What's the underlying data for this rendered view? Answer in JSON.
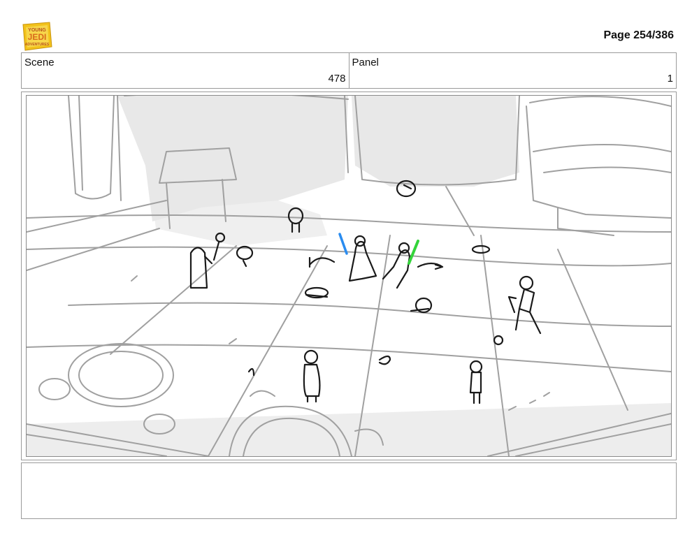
{
  "header": {
    "logo": {
      "icon": "young-jedi-adventures-logo",
      "text_lines": [
        "YOUNG",
        "JEDI",
        "ADVENTURES"
      ]
    },
    "page_label": "Page 254/386"
  },
  "info": {
    "scene_label": "Scene",
    "scene_value": "478",
    "panel_label": "Panel",
    "panel_value": "1"
  },
  "notes": {
    "text": ""
  },
  "colors": {
    "sketch_line": "#1a1a1a",
    "background_line": "#a0a0a0",
    "shadow_fill": "#e6e6e6",
    "saber_blue": "#2a8cf0",
    "saber_green": "#33d43a",
    "logo_yellow": "#f2c21b"
  }
}
